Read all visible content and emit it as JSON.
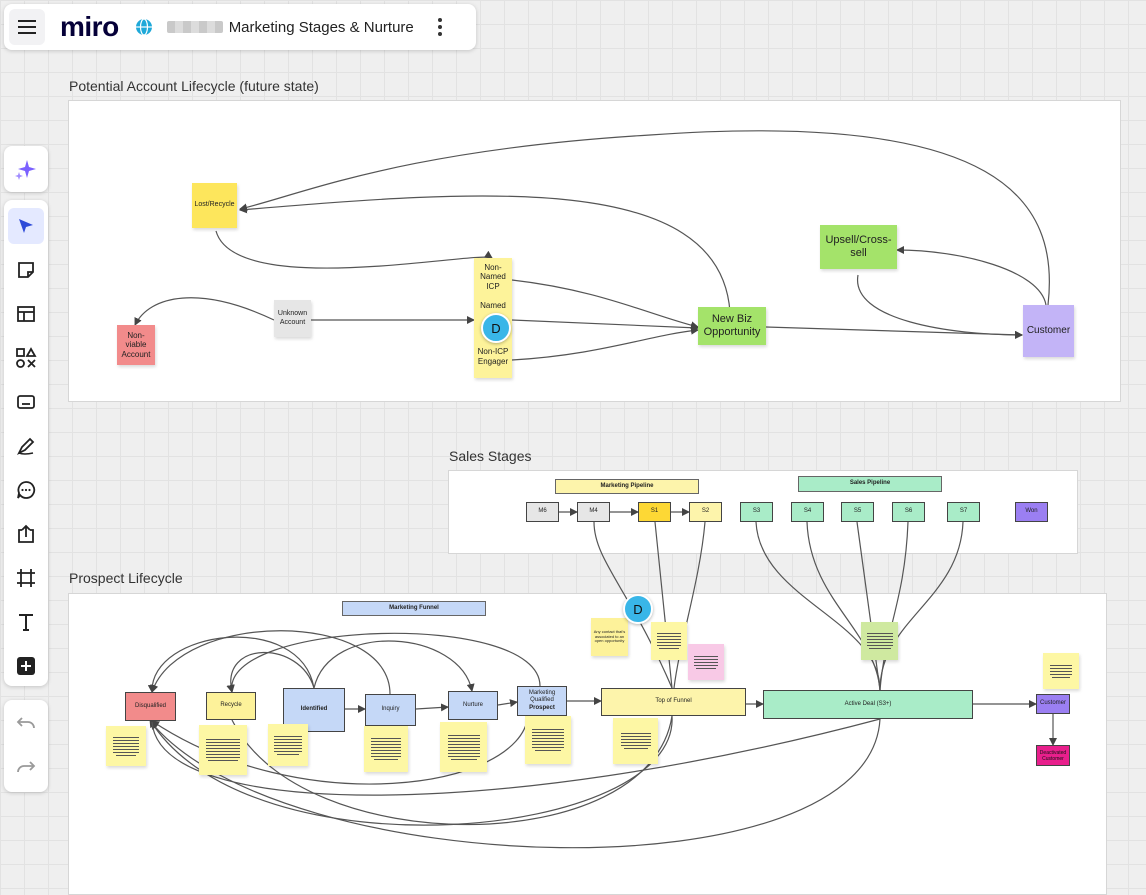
{
  "header": {
    "logo": "miro",
    "board_title": "Marketing Stages & Nurture"
  },
  "toolbar": {
    "tools": [
      "ai-assist",
      "select",
      "sticky-note",
      "templates",
      "shapes",
      "card",
      "pen",
      "comment",
      "upload",
      "frame",
      "text",
      "more"
    ],
    "active_tool": "select",
    "history": [
      "undo",
      "redo"
    ]
  },
  "colors": {
    "yellow": "#fdf29a",
    "red": "#f28b8b",
    "gray": "#e6e6e6",
    "green": "#a4e36a",
    "purple": "#c3b4f7",
    "avatar": "#39b6e8",
    "accent": "#4262ff"
  },
  "frames": {
    "account_lifecycle": {
      "title": "Potential Account Lifecycle (future state)",
      "nodes": {
        "lost_recycle": "Lost/Recycle",
        "unknown_account": "Unknown Account",
        "non_viable": "Non-viable Account",
        "non_named_icp": "Non-Named ICP",
        "named": "Named",
        "non_icp_engager": "Non-ICP Engager",
        "new_biz": "New Biz Opportunity",
        "upsell": "Upsell/Cross-sell",
        "customer": "Customer"
      }
    },
    "sales_stages": {
      "title": "Sales Stages",
      "marketing_pipeline": "Marketing Pipeline",
      "sales_pipeline": "Sales Pipeline",
      "stages": [
        "M6",
        "M4",
        "S1",
        "S2",
        "S3",
        "S4",
        "S5",
        "S6",
        "S7",
        "Won"
      ]
    },
    "prospect_lifecycle": {
      "title": "Prospect Lifecycle",
      "marketing_funnel": "Marketing Funnel",
      "nodes": {
        "disqualified": "Disqualified",
        "recycle": "Recycle",
        "identified": "Identified",
        "inquiry": "Inquiry",
        "nurture": "Nurture",
        "mqp_line1": "Marketing Qualified",
        "mqp_line2": "Prospect",
        "top_of_funnel": "Top of Funnel",
        "active_deal": "Active Deal (S3+)",
        "customer": "Customer",
        "deactivated": "Deactivated Customer",
        "small_note": "Any contact that's associated to an open opportunity"
      }
    }
  },
  "collaborators": [
    "D",
    "D"
  ]
}
